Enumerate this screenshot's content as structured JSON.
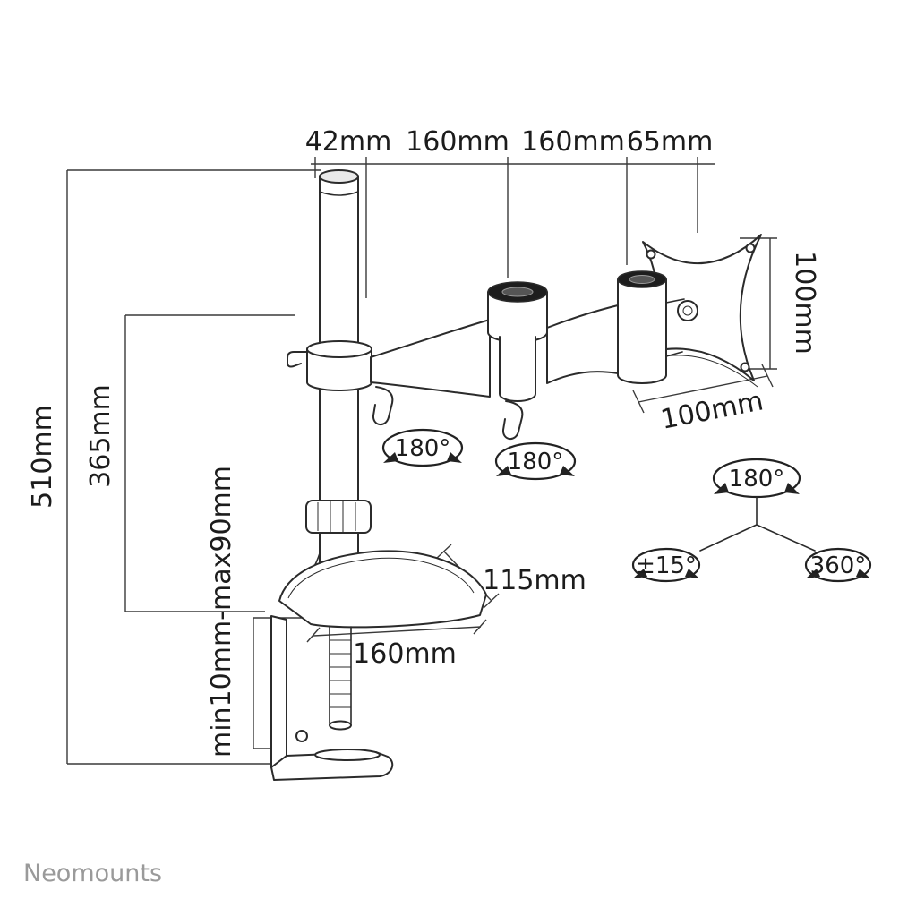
{
  "brand": {
    "name": "Neomounts"
  },
  "dimensions": {
    "pole_diameter": "42mm",
    "arm1_length": "160mm",
    "arm2_length": "160mm",
    "head_offset": "65mm",
    "total_height": "510mm",
    "pole_height": "365mm",
    "clamp_range": "min10mm-max90mm",
    "vesa_height": "100mm",
    "vesa_width": "100mm",
    "foot_depth": "115mm",
    "foot_width": "160mm"
  },
  "angles": {
    "arm1": "180°",
    "arm2": "180°",
    "head": "180°",
    "tilt": "±15°",
    "rotation": "360°"
  },
  "colors": {
    "ink": "#2b2b2b",
    "dimension_lines": "#3a3a3a",
    "brand_gray": "#9a9a9a"
  }
}
